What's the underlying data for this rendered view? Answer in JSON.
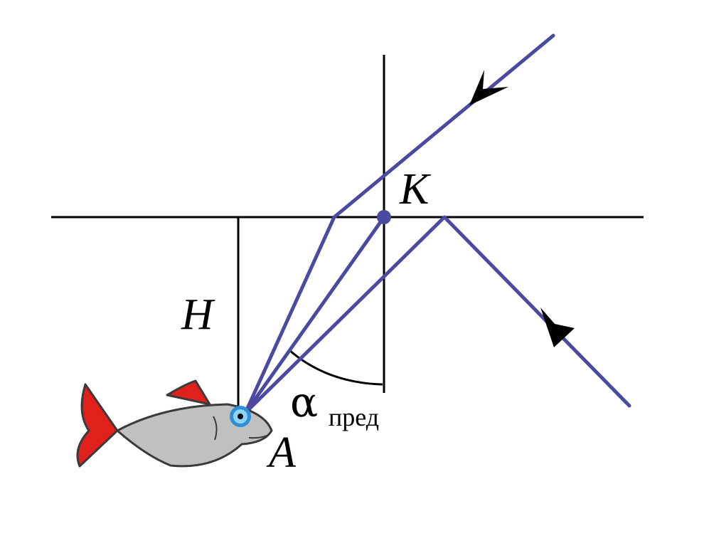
{
  "labels": {
    "point_K": "K",
    "point_A": "A",
    "depth_H": "H",
    "angle_symbol": "α",
    "angle_subscript": "пред"
  },
  "colors": {
    "ray": "#4a4aa0",
    "line": "#000000",
    "fish_body": "#c0c0c0",
    "fish_fin": "#e0201a",
    "fish_outline": "#3a3a3a",
    "eye_outer": "#2d8fd8",
    "eye_inner": "#8fd0f5",
    "point_K": "#4a4aa0"
  }
}
